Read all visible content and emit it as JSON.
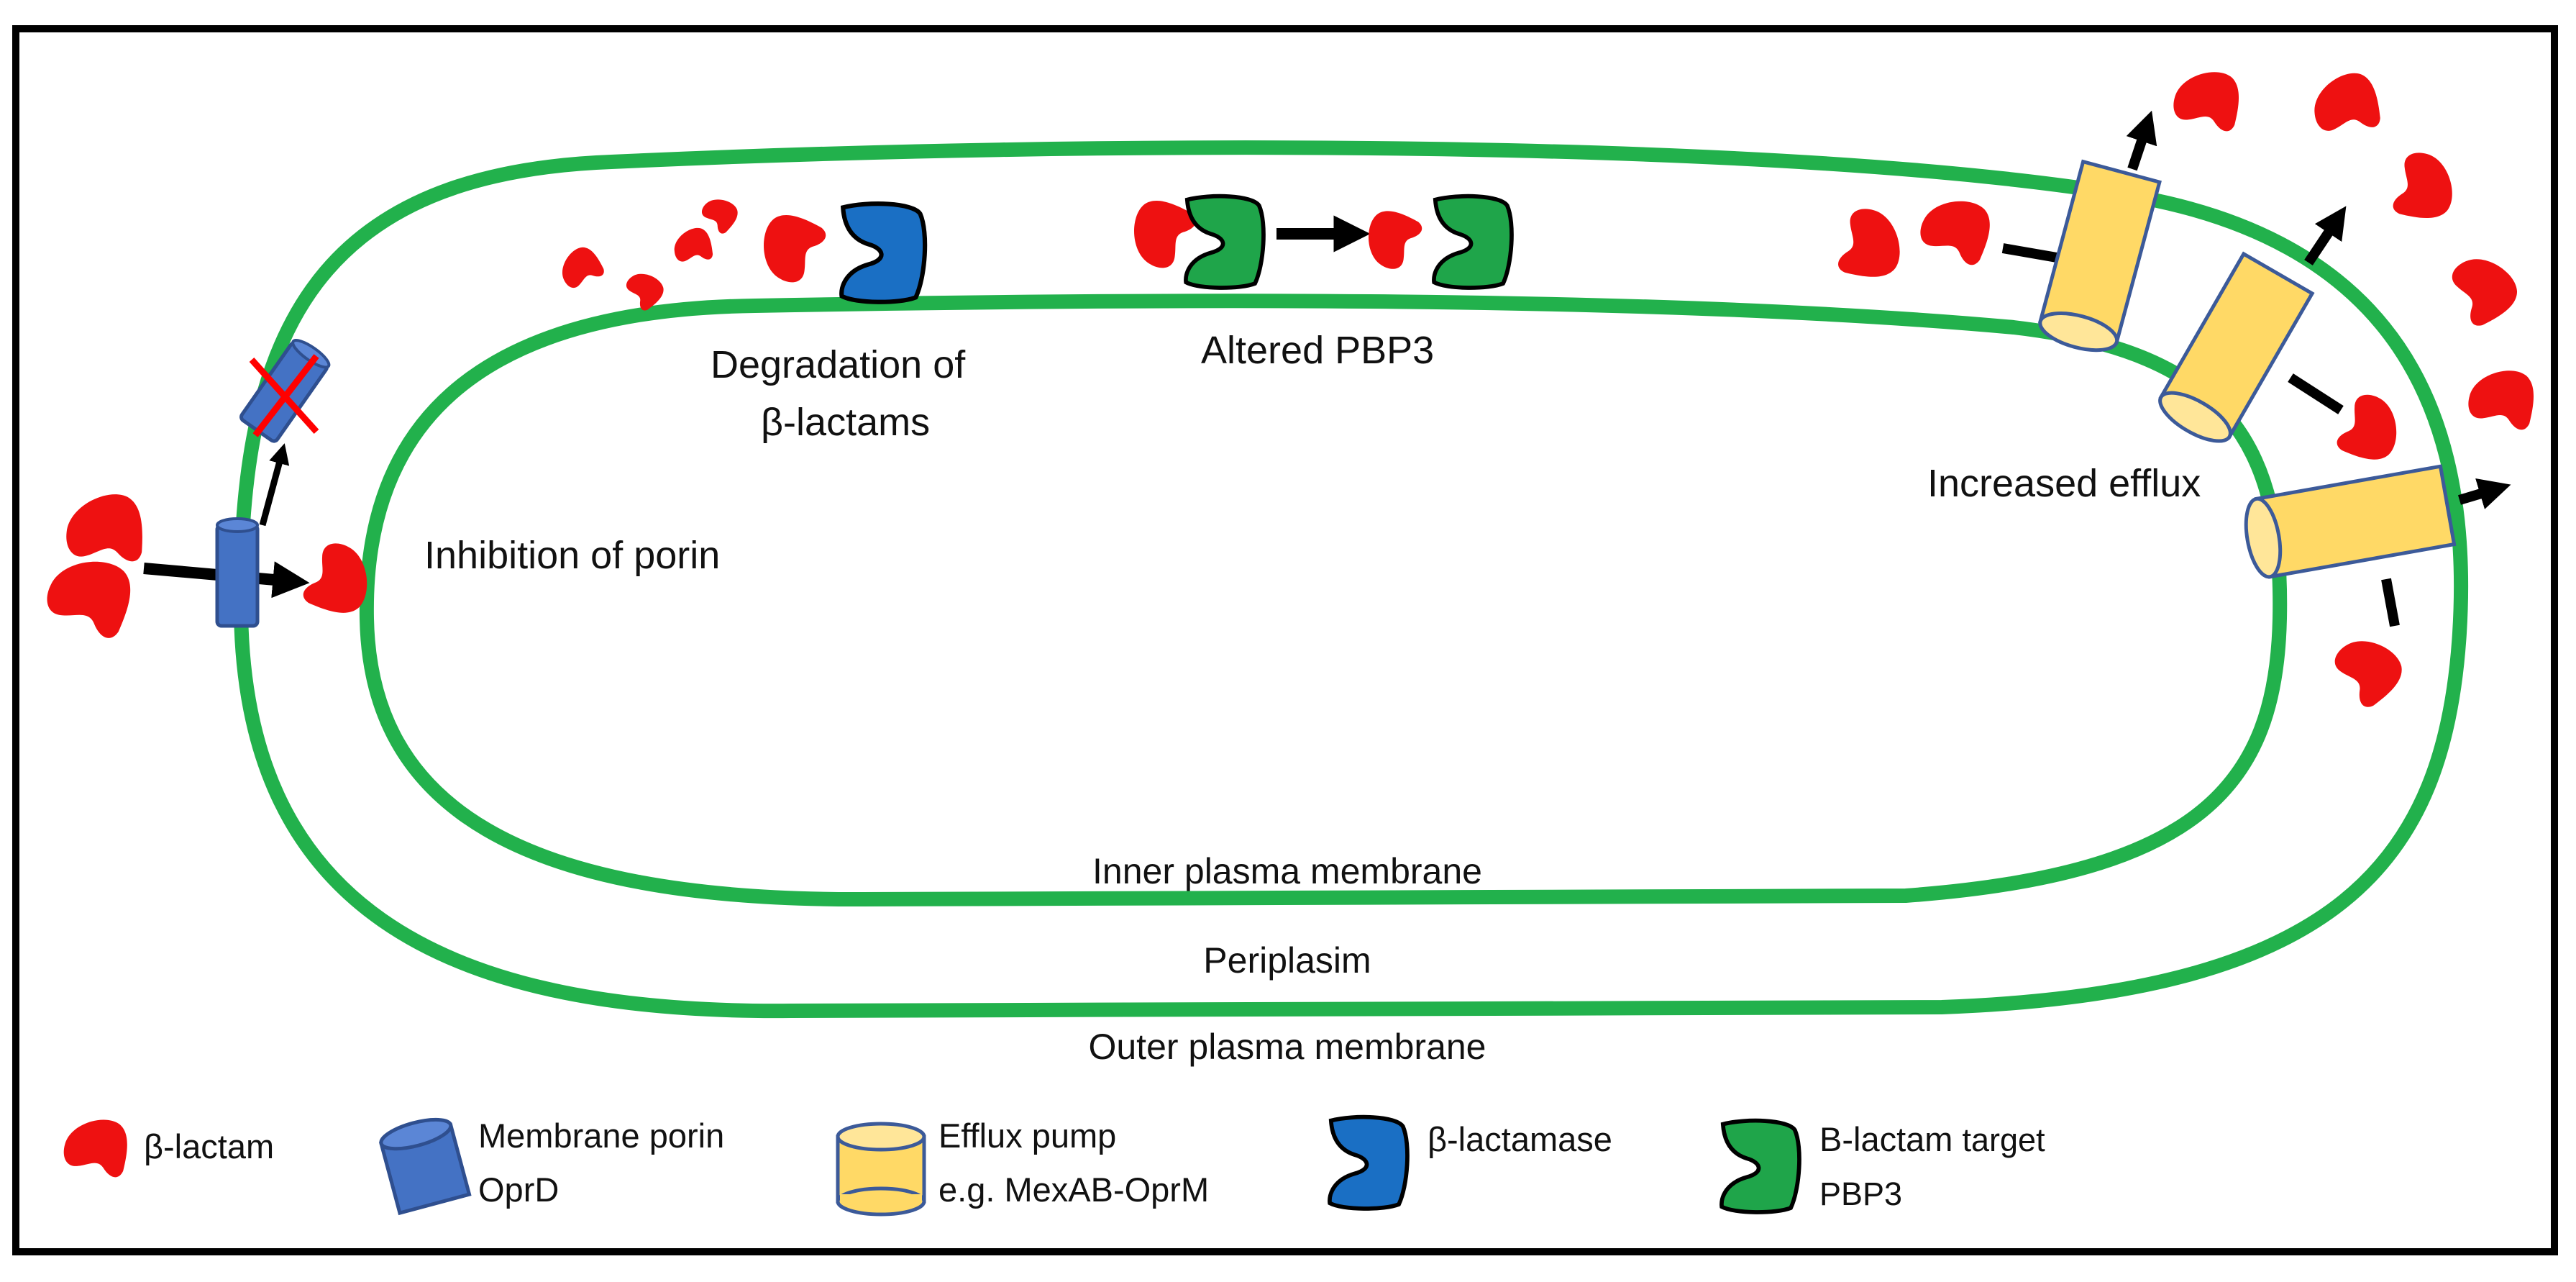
{
  "labels": {
    "degradation_line1": "Degradation of",
    "degradation_line2": "β-lactams",
    "altered_pbp3": "Altered PBP3",
    "increased_efflux": "Increased efflux",
    "inhibition_of_porin": "Inhibition of porin",
    "inner_membrane": "Inner plasma membrane",
    "periplasm": "Periplasim",
    "outer_membrane": "Outer plasma membrane"
  },
  "legend": {
    "beta_lactam": "β-lactam",
    "porin_line1": "Membrane porin",
    "porin_line2": "OprD",
    "efflux_line1": "Efflux pump",
    "efflux_line2": "e.g. MexAB-OprM",
    "beta_lactamase": "β-lactamase",
    "target_line1_a": "Β-lactam",
    "target_line1_b": "target",
    "target_line2": "PBP3"
  },
  "colors": {
    "membrane": "#22b14c",
    "beta_lactam": "#ee1111",
    "porin": "#4472c4",
    "porin_stroke": "#2f4f8f",
    "efflux": "#ffd966",
    "efflux_stroke": "#3c5a99",
    "beta_lactamase": "#1a6fc4",
    "pbp3": "#1fa54a",
    "inhibit_cross": "#ff0000",
    "arrow": "#000000",
    "frame": "#000000"
  },
  "icons": [
    "beta-lactam-icon",
    "porin-icon",
    "efflux-pump-icon",
    "beta-lactamase-icon",
    "pbp3-icon",
    "arrow-icon",
    "inhibit-cross-icon"
  ]
}
